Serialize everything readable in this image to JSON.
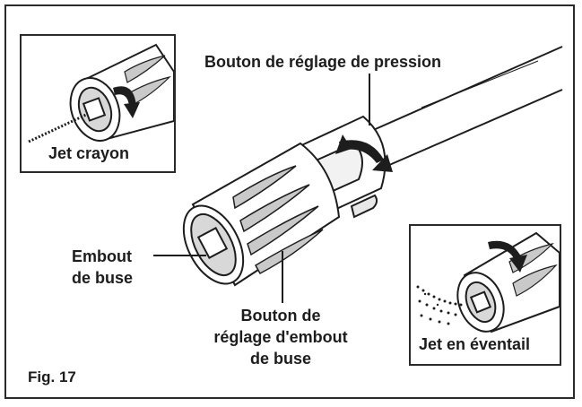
{
  "labels": {
    "pressure_button": "Bouton de réglage de pression",
    "pencil_jet": "Jet crayon",
    "nozzle_tip_line1": "Embout",
    "nozzle_tip_line2": "de buse",
    "tip_button_line1": "Bouton de",
    "tip_button_line2": "réglage d'embout",
    "tip_button_line3": "de buse",
    "fan_jet": "Jet en éventail",
    "figure": "Fig. 17"
  },
  "colors": {
    "line": "#1d1d1d",
    "background": "#ffffff"
  },
  "icons": [
    "rotation-arrow-icon",
    "spray-icon"
  ]
}
